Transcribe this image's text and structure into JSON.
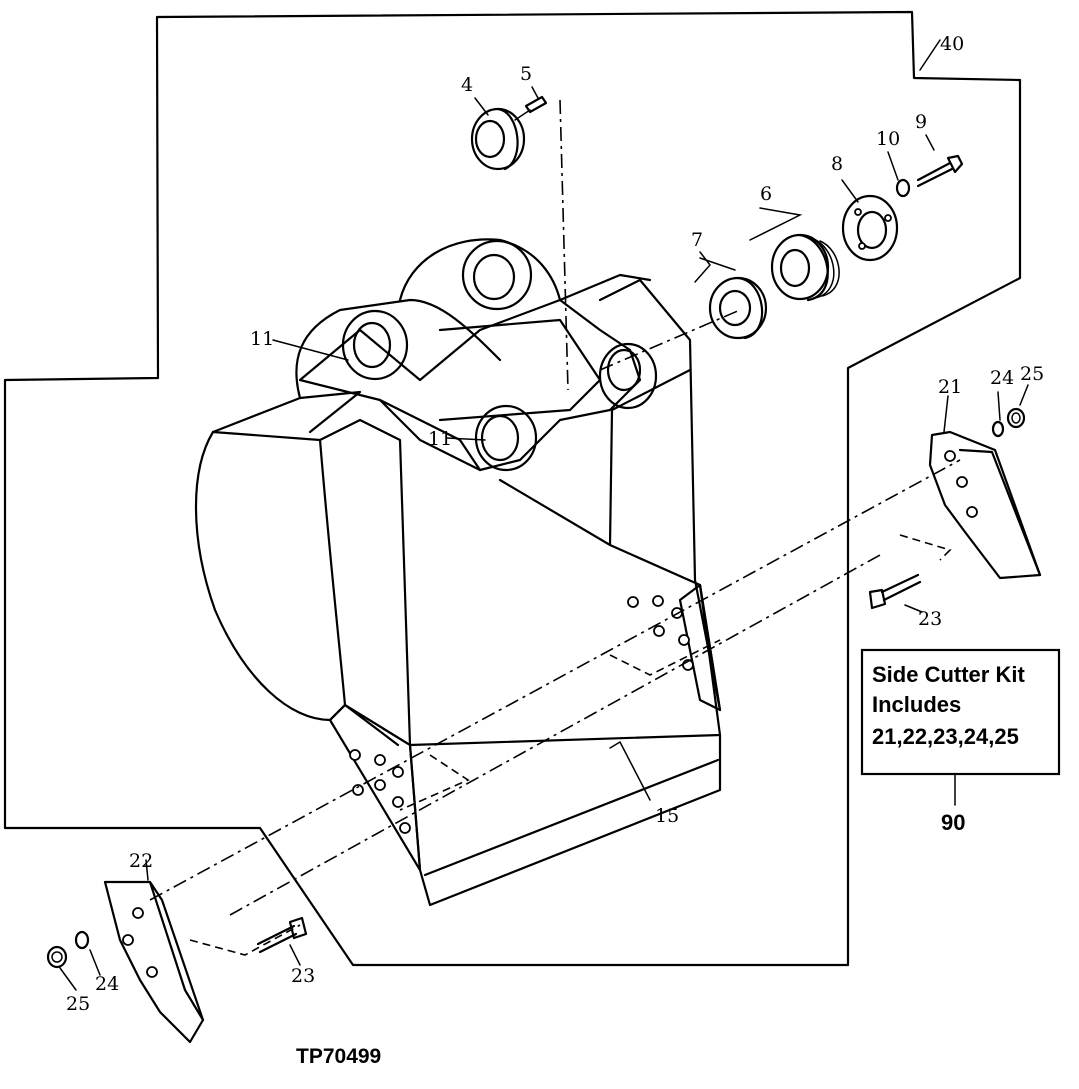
{
  "callouts": {
    "c4": "4",
    "c5": "5",
    "c6": "6",
    "c7": "7",
    "c8": "8",
    "c9": "9",
    "c10": "10",
    "c11a": "11",
    "c11b": "11",
    "c15": "15",
    "c21": "21",
    "c22": "22",
    "c23a": "23",
    "c23b": "23",
    "c24a": "24",
    "c24b": "24",
    "c25a": "25",
    "c25b": "25",
    "c40": "40",
    "c90": "90"
  },
  "kit_box": {
    "line1": "Side Cutter Kit",
    "line2": "Includes",
    "line3": "21,22,23,24,25"
  },
  "figure_id": "TP70499"
}
